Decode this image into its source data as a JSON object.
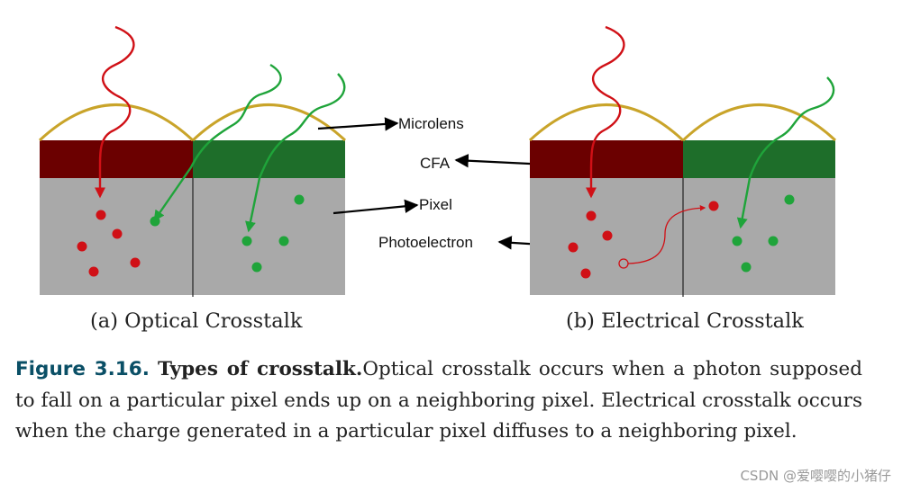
{
  "labels": {
    "microlens": "Microlens",
    "cfa": "CFA",
    "pixel": "Pixel",
    "photoelectron": "Photoelectron"
  },
  "panels": {
    "a": "(a) Optical Crosstalk",
    "b": "(b) Electrical Crosstalk"
  },
  "caption": {
    "figure": "Figure 3.16.",
    "title": "Types of crosstalk.",
    "body": "Optical crosstalk occurs when a photon supposed to fall on a particular pixel ends up on a neighboring pixel. Electrical crosstalk occurs when the charge generated in a particular pixel diffuses to a neighboring pixel."
  },
  "watermark": "CSDN @爱嘤嘤的小猪仔",
  "colors": {
    "microlens": "#c9a42a",
    "cfa_red": "#6b0000",
    "cfa_green": "#1e6e2a",
    "pixel": "#a9a9a9",
    "photon_red": "#d01016",
    "photon_green": "#1fa43a",
    "caption_figure": "#0a4f66"
  }
}
